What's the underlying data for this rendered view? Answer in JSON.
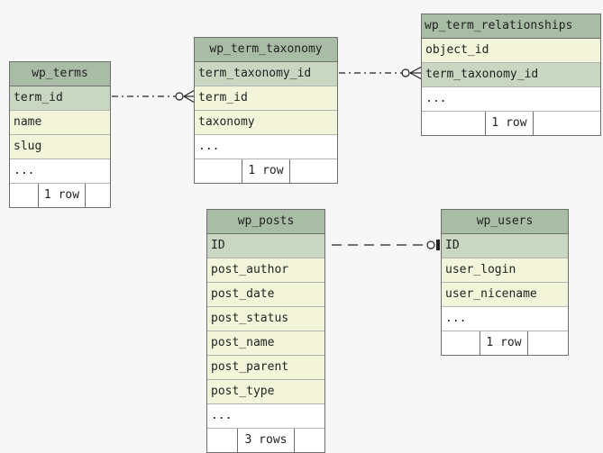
{
  "entities": {
    "wp_terms": {
      "title": "wp_terms",
      "fields": [
        "term_id",
        "name",
        "slug"
      ],
      "more": "...",
      "rows_label": "1 row"
    },
    "wp_term_taxonomy": {
      "title": "wp_term_taxonomy",
      "fields": [
        "term_taxonomy_id",
        "term_id",
        "taxonomy"
      ],
      "more": "...",
      "rows_label": "1 row"
    },
    "wp_term_relationships": {
      "title": "wp_term_relationships",
      "fields": [
        "object_id",
        "term_taxonomy_id"
      ],
      "more": "...",
      "rows_label": "1 row"
    },
    "wp_posts": {
      "title": "wp_posts",
      "fields": [
        "ID",
        "post_author",
        "post_date",
        "post_status",
        "post_name",
        "post_parent",
        "post_type"
      ],
      "more": "...",
      "rows_label": "3 rows"
    },
    "wp_users": {
      "title": "wp_users",
      "fields": [
        "ID",
        "user_login",
        "user_nicename"
      ],
      "more": "...",
      "rows_label": "1 row"
    }
  },
  "colors": {
    "header": "#a9bca6",
    "key_row": "#c8d6c2",
    "field_row": "#f3f5da",
    "line": "#222222"
  }
}
